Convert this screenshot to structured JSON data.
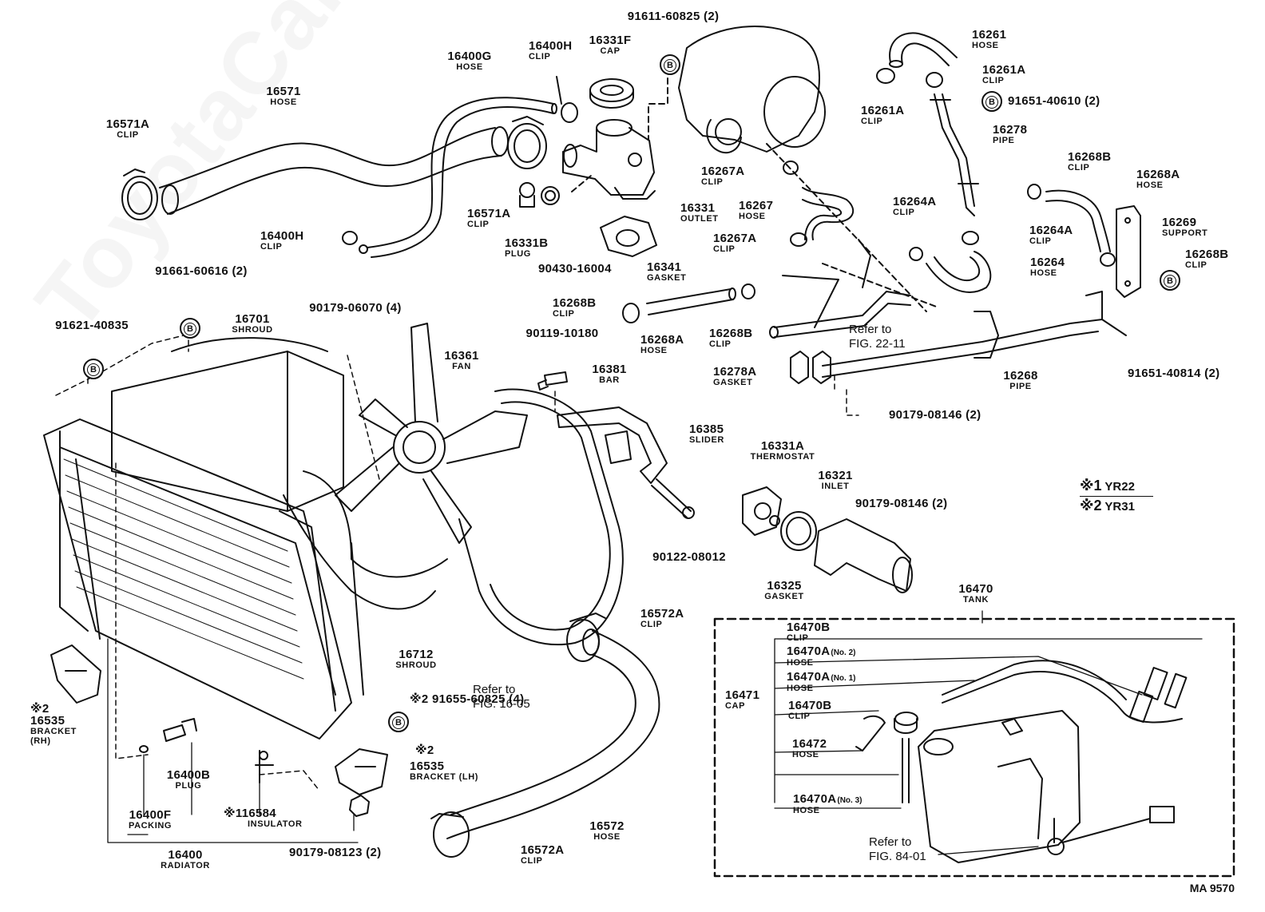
{
  "watermark": "ToyotaCarMir.ru",
  "diagram_code": "MA 9570",
  "legend": [
    {
      "mark": "※1",
      "model": "YR22"
    },
    {
      "mark": "※2",
      "model": "YR31"
    }
  ],
  "bolt_marker": "B",
  "parts": {
    "p16571": {
      "num": "16571",
      "desc": "HOSE"
    },
    "p16571a_1": {
      "num": "16571A",
      "desc": "CLIP"
    },
    "p16571a_2": {
      "num": "16571A",
      "desc": "CLIP"
    },
    "p16400g": {
      "num": "16400G",
      "desc": "HOSE"
    },
    "p16400h_1": {
      "num": "16400H",
      "desc": "CLIP"
    },
    "p16400h_2": {
      "num": "16400H",
      "desc": "CLIP"
    },
    "p16331f": {
      "num": "16331F",
      "desc": "CAP"
    },
    "p16331b": {
      "num": "16331B",
      "desc": "PLUG"
    },
    "p16331": {
      "num": "16331",
      "desc": "OUTLET"
    },
    "p16341": {
      "num": "16341",
      "desc": "GASKET"
    },
    "p90430": {
      "num": "90430-16004",
      "desc": ""
    },
    "p91611": {
      "num": "91611-60825 (2)",
      "desc": ""
    },
    "p16261": {
      "num": "16261",
      "desc": "HOSE"
    },
    "p16261a_1": {
      "num": "16261A",
      "desc": "CLIP"
    },
    "p16261a_2": {
      "num": "16261A",
      "desc": "CLIP"
    },
    "p91651_40610": {
      "num": "91651-40610 (2)",
      "desc": ""
    },
    "p16278": {
      "num": "16278",
      "desc": "PIPE"
    },
    "p16267a_1": {
      "num": "16267A",
      "desc": "CLIP"
    },
    "p16267a_2": {
      "num": "16267A",
      "desc": "CLIP"
    },
    "p16267": {
      "num": "16267",
      "desc": "HOSE"
    },
    "p16264a_1": {
      "num": "16264A",
      "desc": "CLIP"
    },
    "p16264a_2": {
      "num": "16264A",
      "desc": "CLIP"
    },
    "p16264": {
      "num": "16264",
      "desc": "HOSE"
    },
    "p16268b_1": {
      "num": "16268B",
      "desc": "CLIP"
    },
    "p16268b_2": {
      "num": "16268B",
      "desc": "CLIP"
    },
    "p16268b_3": {
      "num": "16268B",
      "desc": "CLIP"
    },
    "p16268b_4": {
      "num": "16268B",
      "desc": "CLIP"
    },
    "p16268a_1": {
      "num": "16268A",
      "desc": "HOSE"
    },
    "p16268a_2": {
      "num": "16268A",
      "desc": "HOSE"
    },
    "p16269": {
      "num": "16269",
      "desc": "SUPPORT"
    },
    "p16268": {
      "num": "16268",
      "desc": "PIPE"
    },
    "p91651_40814": {
      "num": "91651-40814 (2)",
      "desc": ""
    },
    "p16278a": {
      "num": "16278A",
      "desc": "GASKET"
    },
    "p90179_08146_a": {
      "num": "90179-08146 (2)",
      "desc": ""
    },
    "p90179_08146_b": {
      "num": "90179-08146 (2)",
      "desc": ""
    },
    "p91661": {
      "num": "91661-60616 (2)",
      "desc": ""
    },
    "p91621": {
      "num": "91621-40835",
      "desc": ""
    },
    "p16701": {
      "num": "16701",
      "desc": "SHROUD"
    },
    "p90179_06070": {
      "num": "90179-06070 (4)",
      "desc": ""
    },
    "p16361": {
      "num": "16361",
      "desc": "FAN"
    },
    "p90119": {
      "num": "90119-10180",
      "desc": ""
    },
    "p16381": {
      "num": "16381",
      "desc": "BAR"
    },
    "p16385": {
      "num": "16385",
      "desc": "SLIDER"
    },
    "p90122": {
      "num": "90122-08012",
      "desc": ""
    },
    "p16331a": {
      "num": "16331A",
      "desc": "THERMOSTAT"
    },
    "p16321": {
      "num": "16321",
      "desc": "INLET"
    },
    "p16325": {
      "num": "16325",
      "desc": "GASKET"
    },
    "p16712": {
      "num": "16712",
      "desc": "SHROUD"
    },
    "p16572a_1": {
      "num": "16572A",
      "desc": "CLIP"
    },
    "p16572a_2": {
      "num": "16572A",
      "desc": "CLIP"
    },
    "p16572": {
      "num": "16572",
      "desc": "HOSE"
    },
    "p16535rh": {
      "num": "16535",
      "desc": "BRACKET"
    },
    "p16535lh": {
      "num": "16535",
      "desc": "BRACKET (LH)"
    },
    "p91655": {
      "num": "91655-60825 (4)",
      "desc": ""
    },
    "p16400b": {
      "num": "16400B",
      "desc": "PLUG"
    },
    "p16400f": {
      "num": "16400F",
      "desc": "PACKING"
    },
    "p16584": {
      "num": "16584",
      "desc": "INSULATOR"
    },
    "p90179_08123": {
      "num": "90179-08123 (2)",
      "desc": ""
    },
    "p16400": {
      "num": "16400",
      "desc": "RADIATOR"
    },
    "p16470": {
      "num": "16470",
      "desc": "TANK"
    },
    "p16471": {
      "num": "16471",
      "desc": "CAP"
    }
  },
  "rh_suffix": "(RH)",
  "mark2": "※2",
  "mark1": "※1",
  "tank_box": {
    "b1": {
      "num": "16470B",
      "desc": "CLIP"
    },
    "a2": {
      "num": "16470A",
      "sub": "(No. 2)",
      "desc": "HOSE"
    },
    "a1": {
      "num": "16470A",
      "sub": "(No. 1)",
      "desc": "HOSE"
    },
    "b2": {
      "num": "16470B",
      "desc": "CLIP"
    },
    "h": {
      "num": "16472",
      "desc": "HOSE"
    },
    "a3": {
      "num": "16470A",
      "sub": "(No. 3)",
      "desc": "HOSE"
    }
  },
  "refs": {
    "fig22": [
      "Refer to",
      "FIG. 22-11"
    ],
    "fig16": [
      "Refer to",
      "FIG. 16-05"
    ],
    "fig84": [
      "Refer to",
      "FIG. 84-01"
    ]
  }
}
